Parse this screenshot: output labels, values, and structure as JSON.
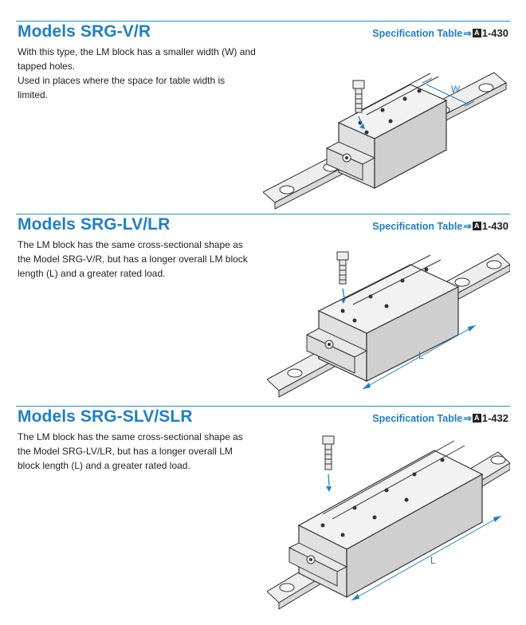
{
  "sections": [
    {
      "title": "Models SRG-V/R",
      "spec_label": "Specification Table",
      "spec_arrow": "⇒",
      "spec_badge": "A",
      "spec_page": "1-430",
      "desc_lines": [
        "With this type, the LM block has a smaller width (W) and tapped holes.",
        "Used in places where the space for table width is limited."
      ],
      "dim_label": "W"
    },
    {
      "title": "Models SRG-LV/LR",
      "spec_label": "Specification Table",
      "spec_arrow": "⇒",
      "spec_badge": "A",
      "spec_page": "1-430",
      "desc_lines": [
        "The LM block has the same cross-sectional shape as the Model SRG-V/R, but has a longer overall LM block length (L) and a greater rated load."
      ],
      "dim_label": "L"
    },
    {
      "title": "Models SRG-SLV/SLR",
      "spec_label": "Specification Table",
      "spec_arrow": "⇒",
      "spec_badge": "A",
      "spec_page": "1-432",
      "desc_lines": [
        "The LM block has the same cross-sectional shape as the Model SRG-LV/LR, but has a longer overall LM block length (L) and a greater rated load."
      ],
      "dim_label": "L"
    }
  ],
  "colors": {
    "accent": "#1f7fc4",
    "rule": "#1f8fd1",
    "text": "#222222"
  }
}
